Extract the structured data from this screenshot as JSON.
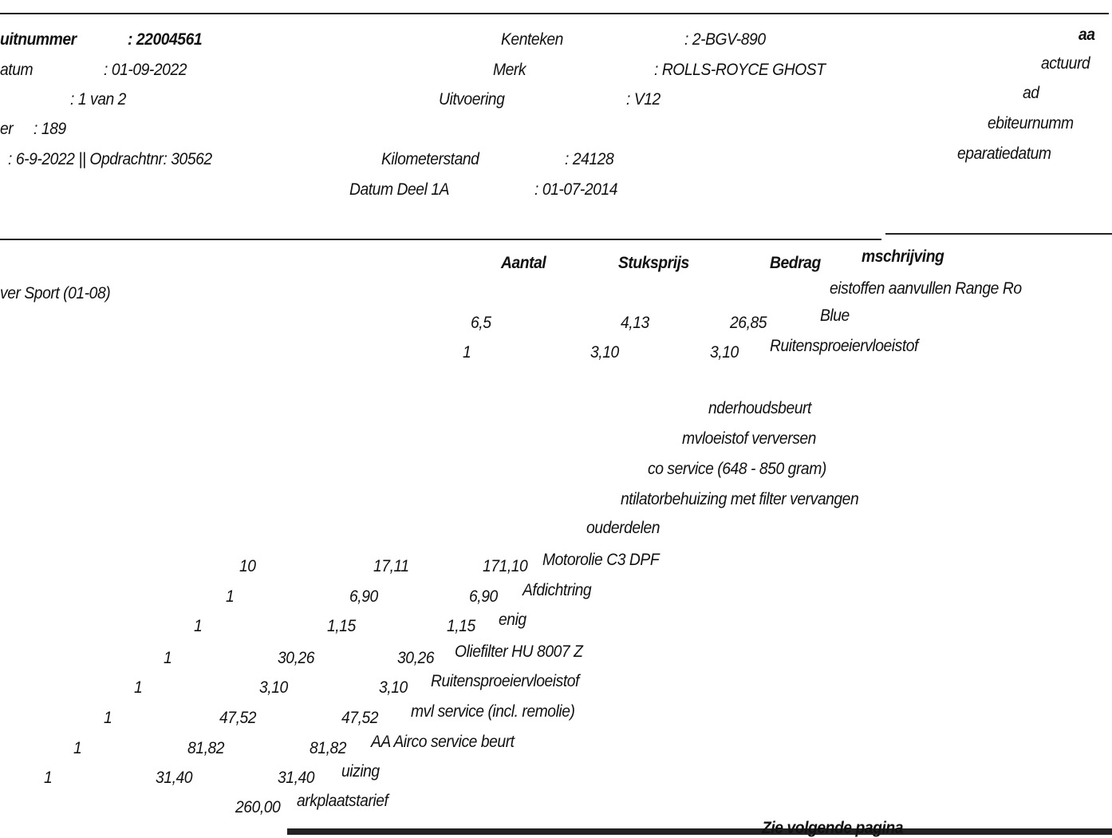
{
  "header": {
    "invoice_number_label": "uitnummer",
    "invoice_number_value": ": 22004561",
    "date_label": "atum",
    "date_value": ": 01-09-2022",
    "page_value": ": 1 van 2",
    "customer_label": "er",
    "customer_value": ": 189",
    "order_value": ": 6-9-2022 || Opdrachtnr: 30562",
    "plate_label": "Kenteken",
    "plate_value": ": 2-BGV-890",
    "brand_label": "Merk",
    "brand_value": ": ROLLS-ROYCE GHOST",
    "variant_label": "Uitvoering",
    "variant_value": ": V12",
    "mileage_label": "Kilometerstand",
    "mileage_value": ": 24128",
    "reg_date_label": "Datum Deel 1A",
    "reg_date_value": ": 01-07-2014",
    "right_labels": [
      "aa",
      "actuurd",
      "ad",
      "ebiteurnumm",
      "eparatiedatum"
    ]
  },
  "table": {
    "col_quantity": "Aantal",
    "col_unit_price": "Stuksprijs",
    "col_amount": "Bedrag",
    "col_description": "mschrijving",
    "section_title": "ver Sport (01-08)",
    "section_note": "eistoffen aanvullen Range Ro",
    "top_rows": [
      {
        "qty": "6,5",
        "price": "4,13",
        "amount": "26,85",
        "desc": "Blue"
      },
      {
        "qty": "1",
        "price": "3,10",
        "amount": "3,10",
        "desc": "Ruitensproeiervloeistof"
      }
    ],
    "notes": [
      "nderhoudsbeurt",
      "mvloeistof verversen",
      "co service (648 - 850 gram)",
      "ntilatorbehuizing met filter vervangen",
      "ouderdelen"
    ],
    "rows": [
      {
        "qty": "10",
        "price": "17,11",
        "amount": "171,10",
        "desc": "Motorolie C3 DPF"
      },
      {
        "qty": "1",
        "price": "6,90",
        "amount": "6,90",
        "desc": "Afdichtring"
      },
      {
        "qty": "1",
        "price": "1,15",
        "amount": "1,15",
        "desc": "enig"
      },
      {
        "qty": "1",
        "price": "30,26",
        "amount": "30,26",
        "desc": "Oliefilter HU 8007 Z"
      },
      {
        "qty": "1",
        "price": "3,10",
        "amount": "3,10",
        "desc": "Ruitensproeiervloeistof"
      },
      {
        "qty": "1",
        "price": "47,52",
        "amount": "47,52",
        "desc": "mvl service (incl. remolie)"
      },
      {
        "qty": "1",
        "price": "81,82",
        "amount": "81,82",
        "desc": "AA Airco service beurt"
      },
      {
        "qty": "1",
        "price": "31,40",
        "amount": "31,40",
        "desc": "uizing"
      }
    ],
    "last_amount": "260,00",
    "last_desc": "arkplaatstarief"
  },
  "footer": {
    "next_page": "Zie volgende pagina"
  }
}
